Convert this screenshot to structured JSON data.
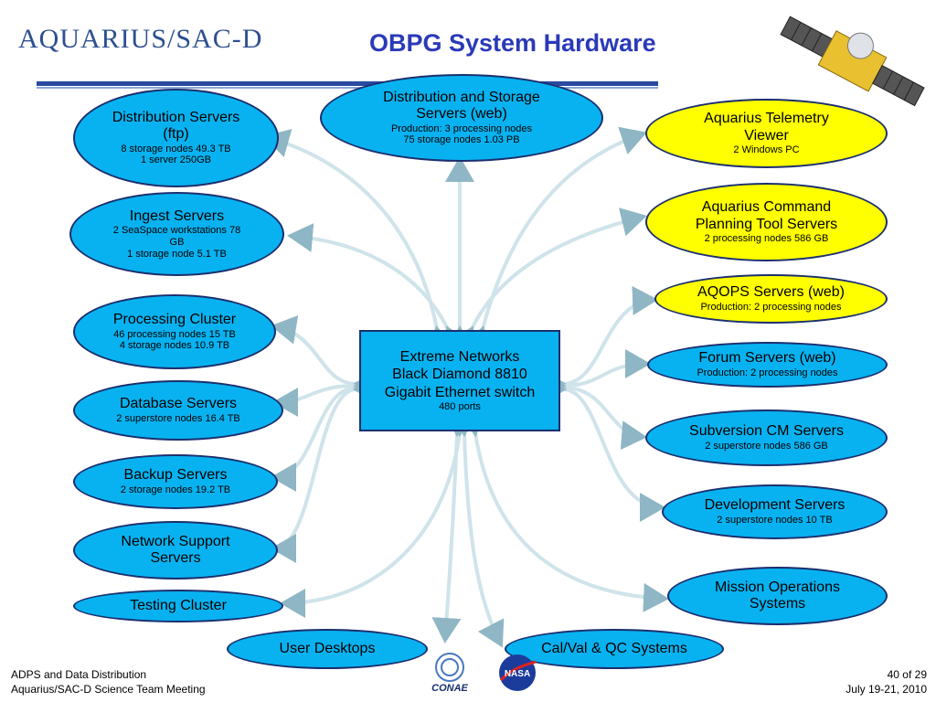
{
  "header": {
    "logo_text": "AQUARIUS/SAC-D",
    "title": "OBPG System Hardware"
  },
  "hub": {
    "line1": "Extreme Networks",
    "line2": "Black Diamond 8810",
    "line3": "Gigabit Ethernet switch",
    "sub": "480 ports"
  },
  "nodes": {
    "dist_ftp": {
      "t1": "Distribution Servers",
      "t2": "(ftp)",
      "s1": "8 storage nodes 49.3 TB",
      "s2": "1 server 250GB"
    },
    "dist_web": {
      "t1": "Distribution and Storage",
      "t2": "Servers (web)",
      "s1": "Production: 3 processing nodes",
      "s2": "75 storage nodes 1.03 PB"
    },
    "ingest": {
      "t1": "Ingest Servers",
      "s1": "2 SeaSpace workstations 78",
      "s2": "GB",
      "s3": "1 storage node 5.1 TB"
    },
    "processing": {
      "t1": "Processing Cluster",
      "s1": "46 processing nodes 15 TB",
      "s2": "4 storage nodes 10.9 TB"
    },
    "database": {
      "t1": "Database Servers",
      "s1": "2 superstore nodes 16.4 TB"
    },
    "backup": {
      "t1": "Backup Servers",
      "s1": "2 storage nodes 19.2 TB"
    },
    "network_support": {
      "t1": "Network Support",
      "t2": "Servers"
    },
    "testing": {
      "t1": "Testing Cluster"
    },
    "user_desktops": {
      "t1": "User Desktops"
    },
    "calval": {
      "t1": "Cal/Val & QC Systems"
    },
    "telemetry": {
      "t1": "Aquarius Telemetry",
      "t2": "Viewer",
      "s1": "2 Windows PC"
    },
    "command": {
      "t1": "Aquarius Command",
      "t2": "Planning Tool Servers",
      "s1": "2 processing nodes 586 GB"
    },
    "aqops": {
      "t1": "AQOPS Servers (web)",
      "s1": "Production: 2 processing nodes"
    },
    "forum": {
      "t1": "Forum Servers (web)",
      "s1": "Production: 2 processing nodes"
    },
    "subversion": {
      "t1": "Subversion CM Servers",
      "s1": "2 superstore nodes  586 GB"
    },
    "development": {
      "t1": "Development Servers",
      "s1": "2 superstore nodes 10 TB"
    },
    "mission_ops": {
      "t1": "Mission Operations",
      "t2": "Systems"
    }
  },
  "footer": {
    "left1": "ADPS and Data Distribution",
    "left2": "Aquarius/SAC-D Science Team Meeting",
    "right1": "40 of  29",
    "right2": "July 19-21, 2010",
    "conae": "CONAE",
    "nasa": "NASA"
  },
  "colors": {
    "node_blue": "#08b2f0",
    "node_yellow": "#ffff00",
    "title_blue": "#2a3ab8",
    "connector": "#cfe3ea"
  }
}
